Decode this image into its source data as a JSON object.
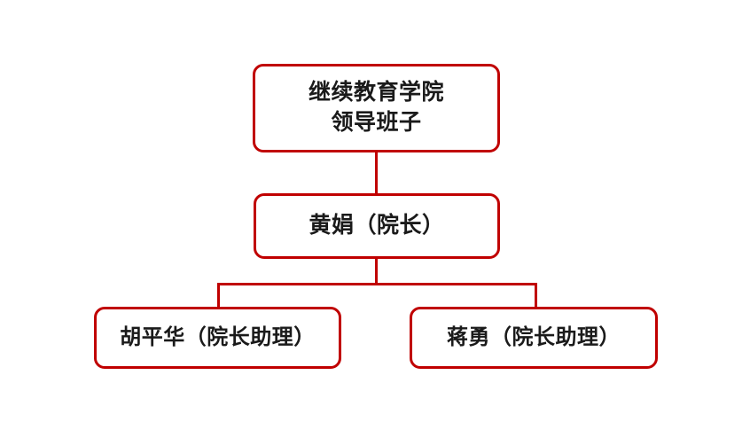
{
  "chart": {
    "type": "org-chart",
    "title": "继续教育学院领导班子",
    "background_color": "#FFFFFF",
    "node_border_color": "#C00000",
    "node_fill_color": "#FFFFFF",
    "connector_color": "#C00000",
    "text_color": "#1A1A1A",
    "levels": 3,
    "nodes": [
      {
        "id": "root",
        "level": 0,
        "label": "继续教育学院\n领导班子",
        "line_1": "继续教育学院",
        "line_2": "领导班子"
      },
      {
        "id": "dean",
        "level": 1,
        "label": "黄娟（院长）",
        "person_name": "黄娟",
        "role": "院长"
      },
      {
        "id": "assistant-1",
        "level": 2,
        "label": "胡平华（院长助理）",
        "person_name": "胡平华",
        "role": "院长助理"
      },
      {
        "id": "assistant-2",
        "level": 2,
        "label": "蒋勇（院长助理）",
        "person_name": "蒋勇",
        "role": "院长助理"
      }
    ],
    "edges": [
      {
        "from": "root",
        "to": "dean"
      },
      {
        "from": "dean",
        "to": "assistant-1"
      },
      {
        "from": "dean",
        "to": "assistant-2"
      }
    ]
  }
}
